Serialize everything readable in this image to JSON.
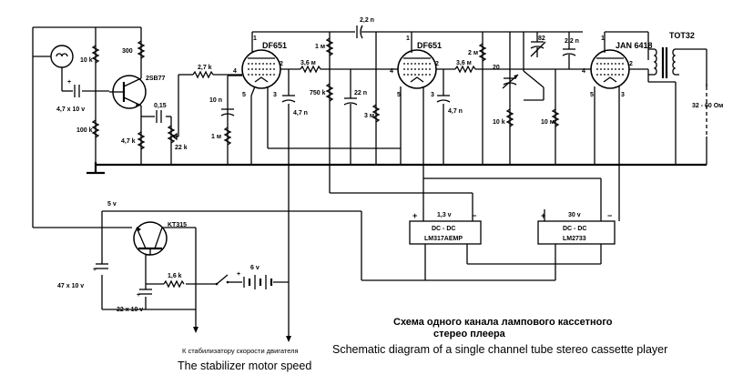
{
  "tubes": [
    {
      "name": "DF651",
      "pins": [
        "1",
        "2",
        "3",
        "4",
        "5"
      ]
    },
    {
      "name": "DF651",
      "pins": [
        "1",
        "2",
        "3",
        "4",
        "5"
      ]
    },
    {
      "name": "JAN 6418",
      "pins": [
        "1",
        "2",
        "3",
        "4",
        "5"
      ]
    }
  ],
  "transistors": {
    "t1": "2SB77",
    "t2": "KT315"
  },
  "transformer": "TOT32",
  "load": "32 - 60 Ом",
  "regulators": [
    {
      "chip": "LM317AEMP",
      "title": "DC - DC",
      "voltage": "1,3 v",
      "plus": "+",
      "minus": "−"
    },
    {
      "chip": "LM2733",
      "title": "DC - DC",
      "voltage": "30 v",
      "plus": "+",
      "minus": "−"
    }
  ],
  "components": {
    "r_10k_a": "10 k",
    "r_300": "300",
    "c_4_7x10": "4,7 x 10 v",
    "r_100k": "100 k",
    "r_4_7k_a": "4,7 k",
    "c_0_15": "0,15",
    "r_22k": "22 k",
    "r_2_7k": "2,7 k",
    "c_10n": "10 n",
    "r_1m_a": "1 м",
    "r_1m_b": "1 м",
    "r_3_6m_a": "3,6 м",
    "r_750k": "750 k",
    "c_4_7n_a": "4,7 n",
    "c_22n": "22 n",
    "r_3m": "3 м",
    "c_2_2n_a": "2,2 n",
    "r_2m": "2 м",
    "r_3_6m_b": "3,6 м",
    "c_4_7n_b": "4,7 n",
    "c_20": "20",
    "r_10k_b": "10 k",
    "c_82": "82",
    "c_2_2n_b": "2,2 n",
    "r_10m": "10 м",
    "v_5": "5 v",
    "c_47x10": "47 x 10 v",
    "r_1_6k": "1,6 k",
    "c_22x10": "22 x 10 v",
    "v_6": "6 v"
  },
  "captions": {
    "stabilizer_ru": "К стабилизатору скорости двигателя",
    "stabilizer_en": "The stabilizer motor speed",
    "title_ru_line1": "Схема одного канала лампового кассетного",
    "title_ru_line2": "стерео плеера",
    "title_en": "Schematic diagram of a single channel tube stereo cassette player"
  }
}
